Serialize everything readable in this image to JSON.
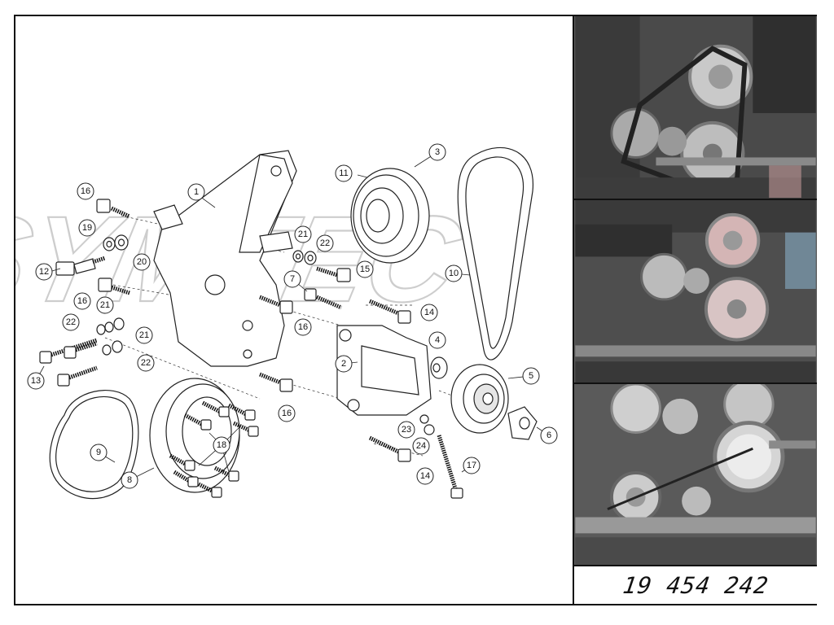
{
  "part_number": "19 454 242",
  "watermark": {
    "text": "SYMTEC"
  },
  "callouts": [
    {
      "id": "c1",
      "label": "1"
    },
    {
      "id": "c2",
      "label": "2"
    },
    {
      "id": "c3",
      "label": "3"
    },
    {
      "id": "c4",
      "label": "4"
    },
    {
      "id": "c5",
      "label": "5"
    },
    {
      "id": "c6",
      "label": "6"
    },
    {
      "id": "c7",
      "label": "7"
    },
    {
      "id": "c8",
      "label": "8"
    },
    {
      "id": "c9",
      "label": "9"
    },
    {
      "id": "c10",
      "label": "10"
    },
    {
      "id": "c11",
      "label": "11"
    },
    {
      "id": "c12",
      "label": "12"
    },
    {
      "id": "c13",
      "label": "13"
    },
    {
      "id": "c14a",
      "label": "14"
    },
    {
      "id": "c14b",
      "label": "14"
    },
    {
      "id": "c15",
      "label": "15"
    },
    {
      "id": "c16a",
      "label": "16"
    },
    {
      "id": "c16b",
      "label": "16"
    },
    {
      "id": "c16c",
      "label": "16"
    },
    {
      "id": "c16d",
      "label": "16"
    },
    {
      "id": "c17",
      "label": "17"
    },
    {
      "id": "c18",
      "label": "18"
    },
    {
      "id": "c19",
      "label": "19"
    },
    {
      "id": "c20",
      "label": "20"
    },
    {
      "id": "c21a",
      "label": "21"
    },
    {
      "id": "c21b",
      "label": "21"
    },
    {
      "id": "c21c",
      "label": "21"
    },
    {
      "id": "c22a",
      "label": "22"
    },
    {
      "id": "c22b",
      "label": "22"
    },
    {
      "id": "c22c",
      "label": "22"
    },
    {
      "id": "c23",
      "label": "23"
    },
    {
      "id": "c24",
      "label": "24"
    }
  ],
  "photos": [
    {
      "name": "photo-engine-installed-top"
    },
    {
      "name": "photo-engine-installed-middle"
    },
    {
      "name": "photo-engine-installed-bottom"
    }
  ]
}
